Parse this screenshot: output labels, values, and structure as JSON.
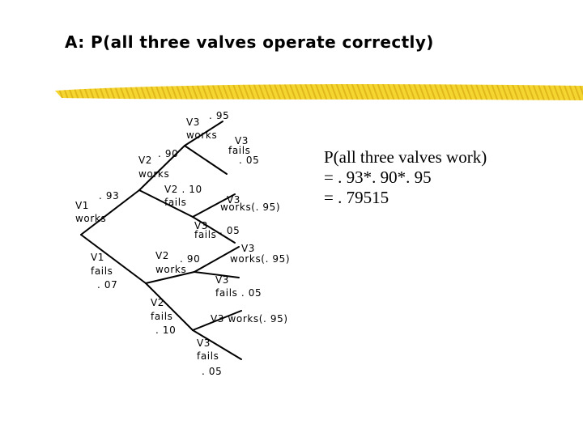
{
  "slide": {
    "title": "A: P(all three valves operate correctly)",
    "accent_color": "#f5d630"
  },
  "tree": {
    "labels": {
      "v1_works_v": "V1",
      "v1_works_t": "works",
      "v1_works_p": ". 93",
      "v1_fails_v": "V1",
      "v1_fails_t": "fails",
      "v1_fails_p": ". 07",
      "v2_works_a_v": "V2",
      "v2_works_a_t": "works",
      "v2_works_a_p": ". 90",
      "v2_fails_a": "V2 . 10",
      "v2_fails_a_t": "fails",
      "v3_works_aa_v": "V3",
      "v3_works_aa_t": "works",
      "v3_works_aa_p": ". 95",
      "v3_fails_aa_v": "V3",
      "v3_fails_aa_t": "fails",
      "v3_fails_aa_p": ". 05",
      "v3_works_ab_v": "V3",
      "v3_works_ab_t": "works(. 95)",
      "v3_fails_ab_v": "V3",
      "v3_fails_ab_t": "fails",
      "v3_fails_ab_p": ". 05",
      "v2_works_b_v": "V2",
      "v2_works_b_t": "works",
      "v2_works_b_p": ". 90",
      "v2_fails_b_v": "V2",
      "v2_fails_b_t": "fails",
      "v2_fails_b_p": ". 10",
      "v3_works_ba_v": "V3",
      "v3_works_ba_t": "works(. 95)",
      "v3_fails_ba_v": "V3",
      "v3_fails_ba_t": "fails . 05",
      "v3_works_bb": "V3 works(. 95)",
      "v3_fails_bb_v": "V3",
      "v3_fails_bb_t": "fails",
      "v3_fails_bb_p": ". 05"
    }
  },
  "result": {
    "line1": "P(all three valves work)",
    "line2": "= . 93*. 90*. 95",
    "line3": "= . 79515"
  }
}
